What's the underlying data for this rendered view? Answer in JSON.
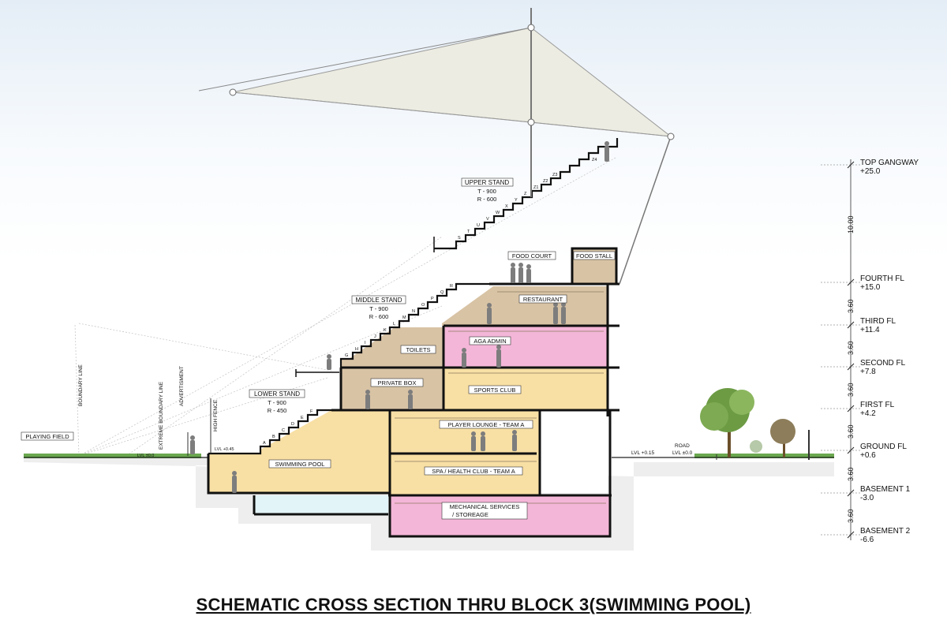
{
  "title": "SCHEMATIC CROSS SECTION THRU BLOCK 3(SWIMMING POOL)",
  "colors": {
    "tan": "#d8c3a5",
    "yellow": "#f8dfa4",
    "pink": "#f4b6d8",
    "water": "#e2f4f8",
    "grass": "#6aa84f"
  },
  "levels": [
    {
      "name": "TOP GANGWAY",
      "value": "+25.0"
    },
    {
      "name": "FOURTH FL",
      "value": "+15.0"
    },
    {
      "name": "THIRD FL",
      "value": "+11.4"
    },
    {
      "name": "SECOND FL",
      "value": "+7.8"
    },
    {
      "name": "FIRST FL",
      "value": "+4.2"
    },
    {
      "name": "GROUND FL",
      "value": "+0.6"
    },
    {
      "name": "BASEMENT 1",
      "value": "-3.0"
    },
    {
      "name": "BASEMENT 2",
      "value": "-6.6"
    }
  ],
  "dimensions": [
    "10.00",
    "3.60",
    "3.60",
    "3.60",
    "3.60",
    "3.60",
    "3.60"
  ],
  "rooms": {
    "food_court": "FOOD COURT",
    "food_stall": "FOOD STALL",
    "restaurant": "RESTAURANT",
    "toilets": "TOILETS",
    "aga_admin": "AGA ADMIN",
    "private_box": "PRIVATE BOX",
    "sports_club": "SPORTS CLUB",
    "player_lounge": "PLAYER LOUNGE - TEAM A",
    "swimming_pool": "SWIMMING POOL",
    "spa": "SPA / HEALTH CLUB - TEAM A",
    "mech_1": "MECHANICAL SERVICES",
    "mech_2": "/ STOREAGE"
  },
  "stands": {
    "upper": {
      "name": "UPPER STAND",
      "t": "T - 900",
      "r": "R - 600"
    },
    "middle": {
      "name": "MIDDLE STAND",
      "t": "T - 900",
      "r": "R - 600"
    },
    "lower": {
      "name": "LOWER STAND",
      "t": "T - 900",
      "r": "R - 450"
    }
  },
  "side_labels": {
    "boundary_line": "BOUNDARY LINE",
    "extreme_boundary": "EXTREME BOUNDARY LINE",
    "advertisment": "ADVERTISMENT",
    "high_fence": "HIGH FENCE",
    "playing_field": "PLAYING FIELD",
    "road": "ROAD",
    "lvl_road": "LVL ±0.0",
    "lvl_015": "LVL +0.15",
    "lvl_045": "LVL +0.45",
    "lvl_00": "LVL ±0.0"
  },
  "row_labels": {
    "lower": [
      "A",
      "B",
      "C",
      "D",
      "E",
      "F"
    ],
    "middle": [
      "G",
      "H",
      "I",
      "J",
      "K",
      "L",
      "M",
      "N",
      "O",
      "P",
      "Q",
      "R"
    ],
    "upper": [
      "S",
      "T",
      "U",
      "V",
      "W",
      "X",
      "Y",
      "Z",
      "Z1",
      "Z2",
      "Z3",
      "Z4"
    ]
  }
}
